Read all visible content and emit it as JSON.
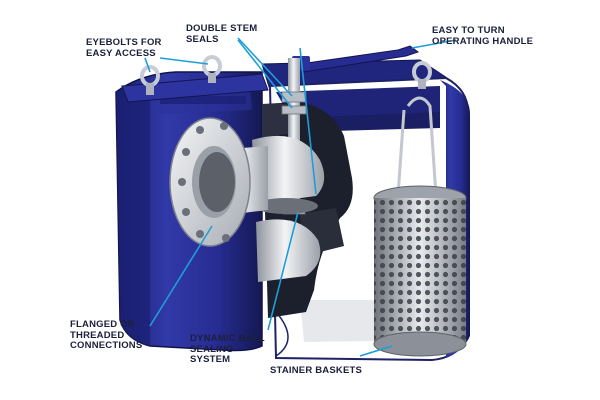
{
  "labels": {
    "eyebolts": [
      "EYEBOLTS FOR",
      "EASY ACCESS"
    ],
    "double_stem_seals": [
      "DOUBLE STEM",
      "SEALS"
    ],
    "operating_handle": [
      "EASY TO TURN",
      "OPERATING HANDLE"
    ],
    "flanged_connections": [
      "FLANGED OR",
      "THREADED",
      "CONNECTIONS"
    ],
    "dynamic_ball_sealing": [
      "DYNAMIC BALL",
      "SEALING",
      "SYSTEM"
    ],
    "strainer_baskets": [
      "STAINER BASKETS"
    ]
  },
  "colors": {
    "body_blue": "#242a8c",
    "body_blue_dark": "#161a5e",
    "steel": "#c8ccd4",
    "leader": "#1e9ed9",
    "text": "#1b1f3a"
  }
}
